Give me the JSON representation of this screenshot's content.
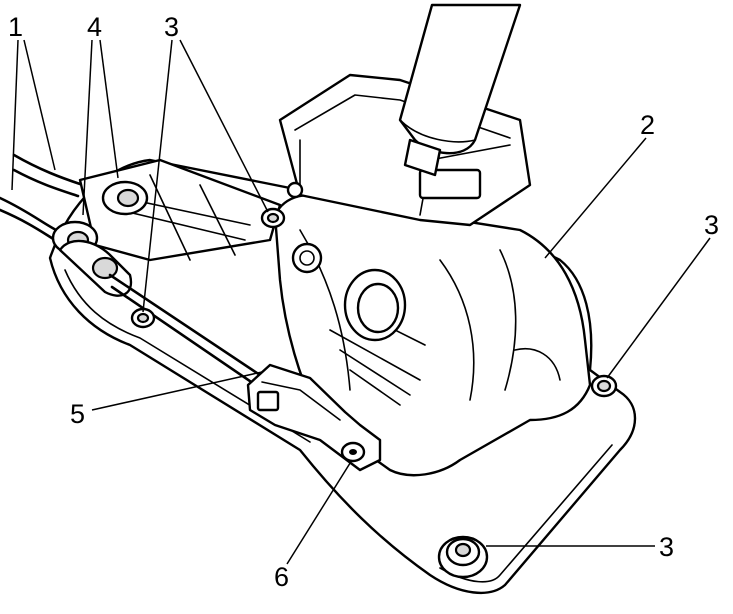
{
  "callouts": [
    {
      "id": "c1",
      "text": "1"
    },
    {
      "id": "c4",
      "text": "4"
    },
    {
      "id": "c3a",
      "text": "3"
    },
    {
      "id": "c2",
      "text": "2"
    },
    {
      "id": "c3b",
      "text": "3"
    },
    {
      "id": "c5",
      "text": "5"
    },
    {
      "id": "c6",
      "text": "6"
    },
    {
      "id": "c3c",
      "text": "3"
    }
  ]
}
